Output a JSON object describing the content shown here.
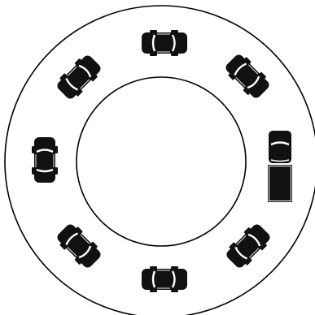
{
  "colors": {
    "line": "#000000",
    "background": "#ffffff",
    "car_body": "#111111",
    "car_glass": "#ffffff"
  },
  "diagram": {
    "type": "roundabout",
    "cars": [
      {
        "id": "car-top",
        "icon": "car-icon",
        "kind": "car"
      },
      {
        "id": "car-upper-right",
        "icon": "car-icon",
        "kind": "car"
      },
      {
        "id": "truck-right",
        "icon": "truck-icon",
        "kind": "truck"
      },
      {
        "id": "car-lower-right",
        "icon": "car-icon",
        "kind": "car"
      },
      {
        "id": "car-bottom",
        "icon": "car-icon",
        "kind": "car"
      },
      {
        "id": "car-lower-left",
        "icon": "car-icon",
        "kind": "car"
      },
      {
        "id": "car-left",
        "icon": "car-icon",
        "kind": "car"
      },
      {
        "id": "car-upper-left",
        "icon": "car-icon",
        "kind": "car"
      }
    ]
  }
}
